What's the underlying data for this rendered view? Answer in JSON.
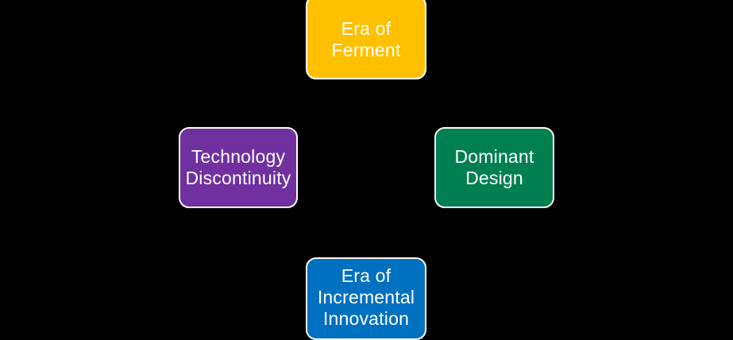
{
  "diagram": {
    "background_color": "#000000",
    "text_color": "#ffffff",
    "border_color": "#ffffff",
    "nodes": [
      {
        "id": "era-of-ferment",
        "label": "Era of\nFerment",
        "color": "#ffc000",
        "position": "top"
      },
      {
        "id": "technology-discontinuity",
        "label": "Technology\nDiscontinuity",
        "color": "#7030a0",
        "position": "left"
      },
      {
        "id": "dominant-design",
        "label": "Dominant\nDesign",
        "color": "#008050",
        "position": "right"
      },
      {
        "id": "era-of-incremental-innovation",
        "label": "Era of\nIncremental\nInnovation",
        "color": "#0070c0",
        "position": "bottom"
      }
    ]
  }
}
